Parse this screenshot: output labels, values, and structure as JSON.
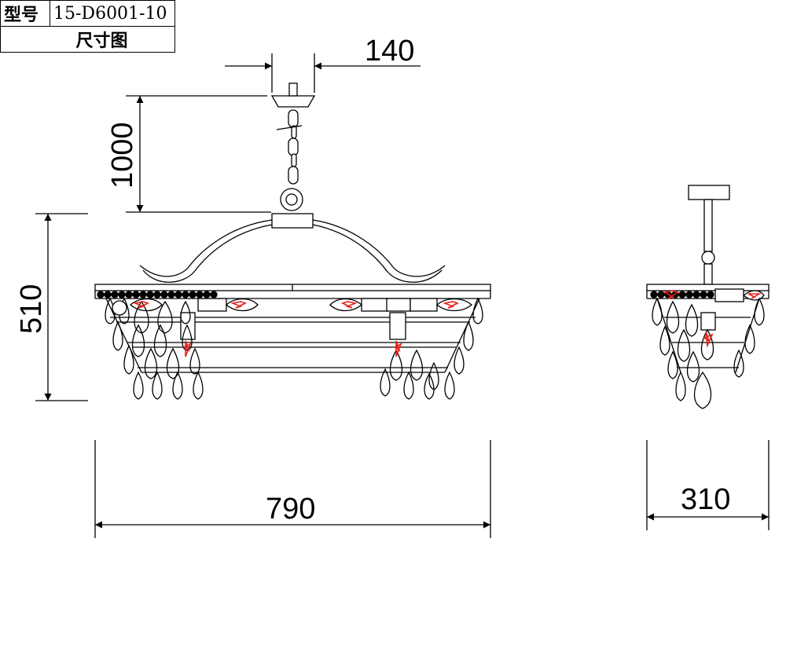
{
  "title_block": {
    "model_label": "型号",
    "model_value": "15-D6001-10",
    "drawing_label": "尺寸图"
  },
  "dimensions": {
    "canopy_width": "140",
    "chain_length": "1000",
    "body_height": "510",
    "body_length": "790",
    "side_width": "310"
  },
  "colors": {
    "line": "#000000",
    "bulb": "#e8201a"
  }
}
